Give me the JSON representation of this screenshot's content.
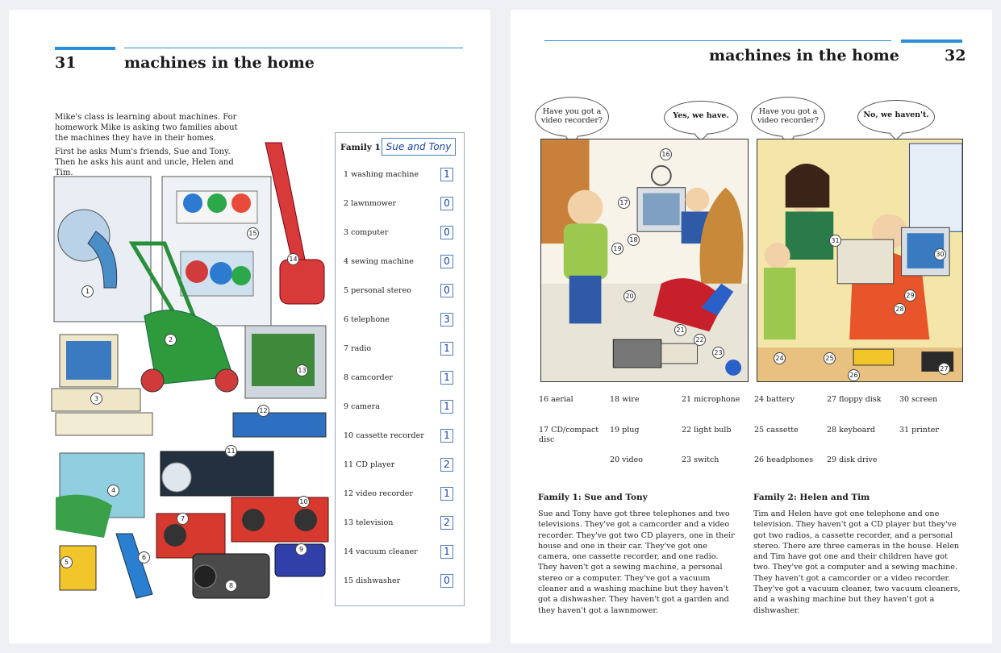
{
  "left_page": {
    "unit_number": "31",
    "title": "machines in the home",
    "intro_1": "Mike's class is learning about machines. For homework Mike is asking two families about the machines they have in their homes.",
    "intro_2": "First he asks Mum's friends, Sue and Tony. Then he asks his aunt and uncle, Helen and Tim.",
    "illustration_numbers": [
      "1",
      "2",
      "3",
      "4",
      "5",
      "6",
      "7",
      "8",
      "9",
      "10",
      "11",
      "12",
      "13",
      "14",
      "15"
    ],
    "form": {
      "heading": "Family 1",
      "family_name": "Sue and Tony",
      "rows": [
        {
          "label": "1  washing machine",
          "value": "1"
        },
        {
          "label": "2  lawnmower",
          "value": "0"
        },
        {
          "label": "3  computer",
          "value": "0"
        },
        {
          "label": "4  sewing machine",
          "value": "0"
        },
        {
          "label": "5  personal stereo",
          "value": "0"
        },
        {
          "label": "6  telephone",
          "value": "3"
        },
        {
          "label": "7  radio",
          "value": "1"
        },
        {
          "label": "8  camcorder",
          "value": "1"
        },
        {
          "label": "9  camera",
          "value": "1"
        },
        {
          "label": "10  cassette recorder",
          "value": "1"
        },
        {
          "label": "11  CD player",
          "value": "2"
        },
        {
          "label": "12  video recorder",
          "value": "1"
        },
        {
          "label": "13  television",
          "value": "2"
        },
        {
          "label": "14  vacuum cleaner",
          "value": "1"
        },
        {
          "label": "15  dishwasher",
          "value": "0"
        }
      ]
    }
  },
  "right_page": {
    "unit_number": "32",
    "title": "machines in the home",
    "bubbles": {
      "q1": "Have you got a video recorder?",
      "a1": "Yes, we have.",
      "q2": "Have you got a video recorder?",
      "a2": "No, we haven't."
    },
    "scene_numbers": [
      "16",
      "17",
      "18",
      "19",
      "20",
      "21",
      "22",
      "23",
      "24",
      "25",
      "26",
      "27",
      "28",
      "29",
      "30",
      "31"
    ],
    "vocab": [
      {
        "text": "16 aerial"
      },
      {
        "text": "18 wire"
      },
      {
        "text": "21 microphone"
      },
      {
        "text": "24 battery"
      },
      {
        "text": "27 floppy disk"
      },
      {
        "text": "30 screen"
      },
      {
        "text": "17 CD/compact disc"
      },
      {
        "text": "19 plug"
      },
      {
        "text": "22 light bulb"
      },
      {
        "text": "25 cassette"
      },
      {
        "text": "28 keyboard"
      },
      {
        "text": "31 printer"
      },
      {
        "text": "20 video"
      },
      {
        "text": "23 switch"
      },
      {
        "text": "26 headphones"
      },
      {
        "text": "29 disk drive"
      }
    ],
    "family1": {
      "title": "Family 1: Sue and Tony",
      "text": "Sue and Tony have got three telephones and two televisions. They've got a camcorder and a video recorder. They've got two CD players, one in their house and one in their car. They've got one camera, one cassette recorder, and one radio. They haven't got a sewing machine, a personal stereo or a computer. They've got a vacuum cleaner and a washing machine but they haven't got a dishwasher. They haven't got a garden and they haven't got a lawnmower."
    },
    "family2": {
      "title": "Family 2: Helen and Tim",
      "text": "Tim and Helen have got one telephone and one television. They haven't got a CD player but they've got two radios, a cassette recorder, and a personal stereo. There are three cameras in the house. Helen and Tim have got one and their children have got two. They've got a computer and a sewing machine. They haven't got a camcorder or a video recorder. They've got a vacuum cleaner, two vacuum cleaners, and a washing machine but they haven't got a dishwasher."
    }
  },
  "colors": {
    "accent": "#2a8fd6",
    "ink": "#1a3fa8"
  }
}
